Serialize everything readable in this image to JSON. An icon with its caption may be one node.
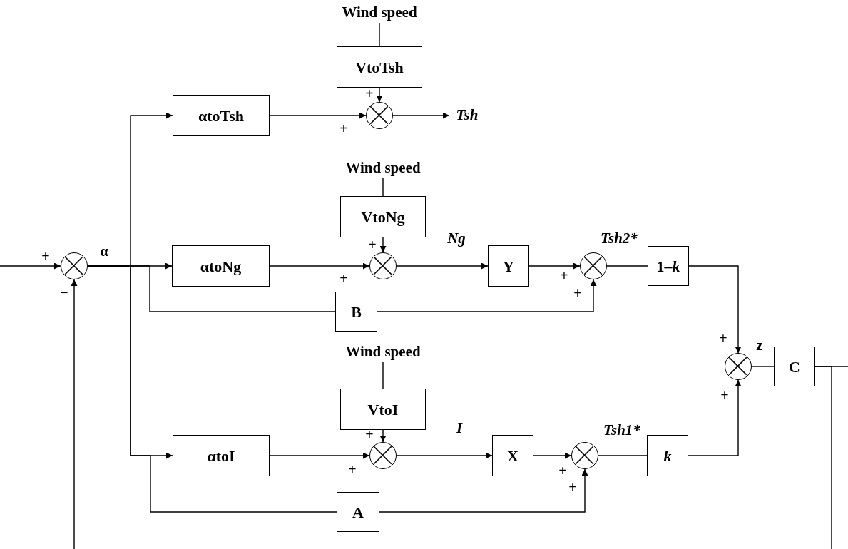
{
  "diagram": {
    "nodes": [
      {
        "text": [],
        "shape": "circle"
      },
      {
        "text": [
          "αtoTsh"
        ]
      },
      {
        "text": [
          "Wind speed"
        ]
      },
      {
        "text": [
          "VtoTsh"
        ]
      },
      {
        "text": [],
        "shape": "circle"
      },
      {
        "text": [
          "Tsh"
        ]
      },
      {
        "text": [
          "αtoNg"
        ]
      },
      {
        "text": [
          "Wind speed"
        ]
      },
      {
        "text": [
          "VtoNg"
        ]
      },
      {
        "text": [],
        "shape": "circle"
      },
      {
        "text": [
          "Y"
        ]
      },
      {
        "text": [],
        "shape": "circle"
      },
      {
        "text": [
          "1–*k*"
        ]
      },
      {
        "text": [
          "B"
        ]
      },
      {
        "text": [],
        "shape": "circle"
      },
      {
        "text": [
          "C"
        ]
      },
      {
        "text": [
          "Wind speed"
        ]
      },
      {
        "text": [
          "VtoI"
        ]
      },
      {
        "text": [
          "αtoI"
        ]
      },
      {
        "text": [],
        "shape": "circle"
      },
      {
        "text": [
          "X"
        ]
      },
      {
        "text": [],
        "shape": "circle"
      },
      {
        "text": [
          "k"
        ]
      },
      {
        "text": [
          "A"
        ]
      }
    ],
    "edges": [
      {
        "from": null,
        "to": 0,
        "arrow": "to"
      },
      {
        "from": 0,
        "to": 1,
        "arrow": "to"
      },
      {
        "from": 0,
        "to": 6,
        "arrow": "to"
      },
      {
        "from": 0,
        "to": 18,
        "arrow": "to"
      },
      {
        "from": 0,
        "to": 13,
        "arrow": "none"
      },
      {
        "from": 0,
        "to": 23,
        "arrow": "none"
      },
      {
        "from": 2,
        "to": 3,
        "arrow": "none"
      },
      {
        "from": 3,
        "to": 4,
        "arrow": "to"
      },
      {
        "from": 1,
        "to": 4,
        "arrow": "to"
      },
      {
        "from": 4,
        "to": 5,
        "arrow": "to"
      },
      {
        "from": 7,
        "to": 8,
        "arrow": "none"
      },
      {
        "from": 8,
        "to": 9,
        "arrow": "to"
      },
      {
        "from": 6,
        "to": 9,
        "arrow": "to"
      },
      {
        "from": 9,
        "to": 10,
        "arrow": "to",
        "label": "Ng"
      },
      {
        "from": 10,
        "to": 11,
        "arrow": "to"
      },
      {
        "from": 13,
        "to": 11,
        "arrow": "to"
      },
      {
        "from": 11,
        "to": 12,
        "arrow": "none",
        "label": "Tsh2*"
      },
      {
        "from": 12,
        "to": 14,
        "arrow": "to"
      },
      {
        "from": 14,
        "to": 15,
        "arrow": "none",
        "label": "z"
      },
      {
        "from": 15,
        "to": null,
        "arrow": "none"
      },
      {
        "from": 15,
        "to": null,
        "arrow": "none"
      },
      {
        "from": null,
        "to": 0,
        "arrow": "to"
      },
      {
        "from": 16,
        "to": 17,
        "arrow": "none"
      },
      {
        "from": 17,
        "to": 19,
        "arrow": "to"
      },
      {
        "from": 18,
        "to": 19,
        "arrow": "to"
      },
      {
        "from": 19,
        "to": 20,
        "arrow": "to",
        "label": "I"
      },
      {
        "from": 20,
        "to": 21,
        "arrow": "to"
      },
      {
        "from": 23,
        "to": 21,
        "arrow": "to"
      },
      {
        "from": 21,
        "to": 22,
        "arrow": "none",
        "label": "Tsh1*"
      },
      {
        "from": 22,
        "to": 14,
        "arrow": "to"
      }
    ],
    "labels": [
      "+",
      "+",
      "α",
      "+",
      "+",
      "+",
      "+",
      "−",
      "+",
      "+",
      "+",
      "+",
      "+",
      "+",
      "+"
    ]
  }
}
